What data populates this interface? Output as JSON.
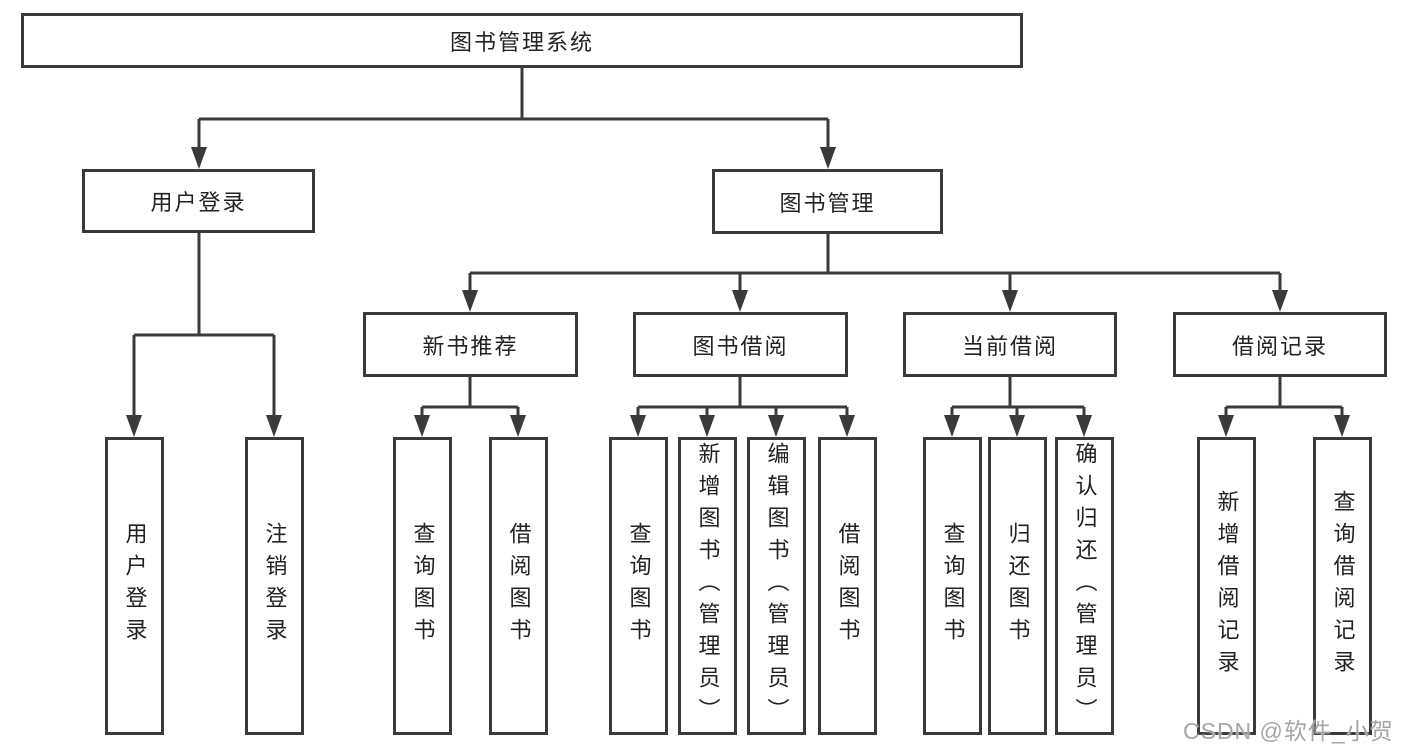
{
  "colors": {
    "line": "#3a3a3a",
    "box_border": "#3a3a3a",
    "box_fill": "#ffffff",
    "text": "#222222",
    "watermark": "#a6a6a6"
  },
  "tree": {
    "root": {
      "label": "图书管理系统",
      "children": [
        {
          "label": "用户登录",
          "children": [
            {
              "label": "用户登录"
            },
            {
              "label": "注销登录"
            }
          ]
        },
        {
          "label": "图书管理",
          "children": [
            {
              "label": "新书推荐",
              "children": [
                {
                  "label": "查询图书"
                },
                {
                  "label": "借阅图书"
                }
              ]
            },
            {
              "label": "图书借阅",
              "children": [
                {
                  "label": "查询图书"
                },
                {
                  "label": "新增图书（管理员）"
                },
                {
                  "label": "编辑图书（管理员）"
                },
                {
                  "label": "借阅图书"
                }
              ]
            },
            {
              "label": "当前借阅",
              "children": [
                {
                  "label": "查询图书"
                },
                {
                  "label": "归还图书"
                },
                {
                  "label": "确认归还（管理员）"
                }
              ]
            },
            {
              "label": "借阅记录",
              "children": [
                {
                  "label": "新增借阅记录"
                },
                {
                  "label": "查询借阅记录"
                }
              ]
            }
          ]
        }
      ]
    }
  },
  "watermark": {
    "text": "CSDN @软件_小贺同学"
  }
}
